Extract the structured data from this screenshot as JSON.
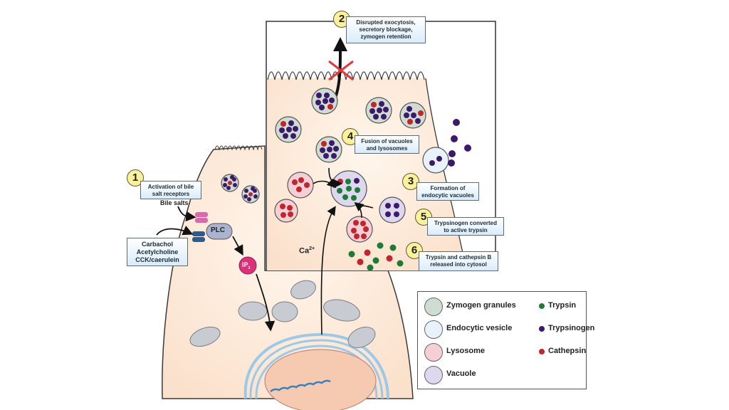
{
  "figure": {
    "title": "Bile-salt and secretagogue-induced zymogen activation in pancreatic acinar cell",
    "colors": {
      "cytoplasm": "#fde9d9",
      "zymogen_granule": "#cfdcd2",
      "endocytic_vesicle": "#e8f2fb",
      "lysosome": "#f6cfd6",
      "vacuole": "#ddd8ee",
      "trypsin": "#1f7a3a",
      "trypsinogen": "#3b1a6b",
      "cathepsin": "#c0262b",
      "callout_fill": "#dbeefb",
      "badge_fill": "#fbf19a",
      "ip3": "#d9327a",
      "plc": "#aab3cf",
      "receptor_bile": "#d76aa6",
      "receptor_ach": "#2c5c8f",
      "block_x": "#e03a3a"
    }
  },
  "steps": [
    {
      "number": "1",
      "text": "Activation of bile\nsalt receptors"
    },
    {
      "number": "2",
      "text": "Disrupted exocytosis,\nsecretory blockage,\nzymogen retention"
    },
    {
      "number": "3",
      "text": "Formation of\nendocytic vacuoles"
    },
    {
      "number": "4",
      "text": "Fusion of vacuoles\nand lysosomes"
    },
    {
      "number": "5",
      "text": "Trypsinogen converted\nto active trypsin"
    },
    {
      "number": "6",
      "text": "Trypsin and cathepsin B\nreleased into cytosol"
    }
  ],
  "labels": {
    "bile_salts": "Bile salts",
    "agonists": "Carbachol\nAcetylcholine\nCCK/caerulein",
    "plc": "PLC",
    "ip3": "IP",
    "ip3_sub": "3",
    "calcium": "Ca",
    "calcium_sup": "2+"
  },
  "legend": {
    "compartments": [
      {
        "label": "Zymogen granules",
        "color": "#cfdcd2"
      },
      {
        "label": "Endocytic vesicle",
        "color": "#e8f2fb"
      },
      {
        "label": "Lysosome",
        "color": "#f6cfd6"
      },
      {
        "label": "Vacuole",
        "color": "#ddd8ee"
      }
    ],
    "molecules": [
      {
        "label": "Trypsin",
        "color": "#1f7a3a"
      },
      {
        "label": "Trypsinogen",
        "color": "#3b1a6b"
      },
      {
        "label": "Cathepsin",
        "color": "#c0262b"
      }
    ]
  }
}
